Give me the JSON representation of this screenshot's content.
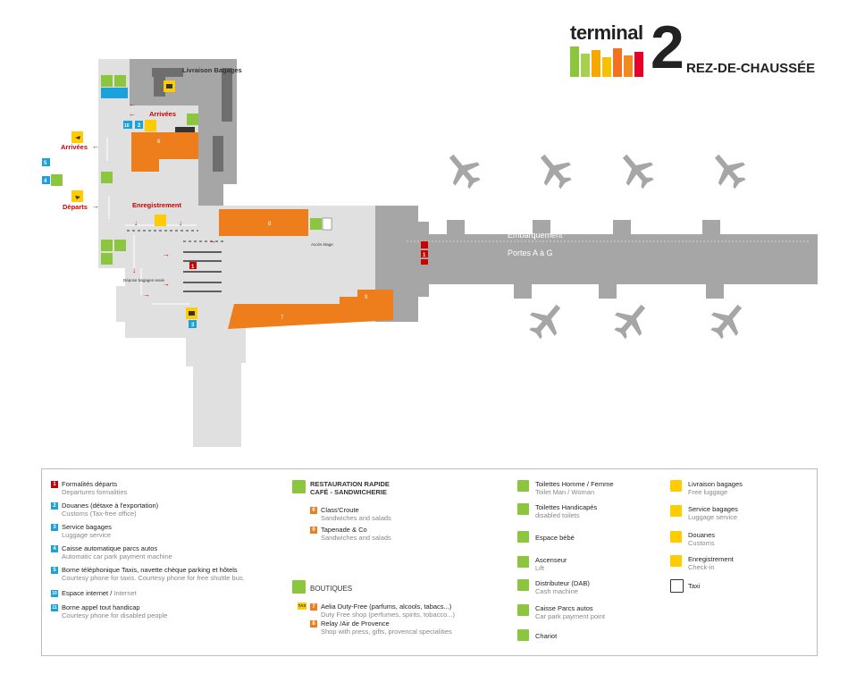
{
  "header": {
    "terminal": "terminal",
    "number": "2",
    "subtitle": "REZ-DE-CHAUSSÉE",
    "bar_colors": [
      "#8cc63f",
      "#f7a800",
      "#f37021",
      "#e4002b"
    ]
  },
  "colors": {
    "building": "#a6a6a6",
    "floor": "#e0e0e0",
    "orange": "#ee7d1b",
    "red": "#cc0000",
    "blue": "#1ba1dc",
    "green_icon": "#8cc63f",
    "yellow_icon": "#ffcc00",
    "plane": "#a6a6a6"
  },
  "map": {
    "labels": {
      "livraison": "Livraison Bagages",
      "arrivees_top": "Arrivées",
      "arrivees_left": "Arrivées",
      "departs_left": "Départs",
      "enregistrement": "Enregistrement",
      "embarquement": "Embarquement",
      "portes": "Portes A à G",
      "acces_etage": "Accès étage",
      "depose": "Dépose bagages seule"
    },
    "zones": {
      "z6": "6",
      "z7": "7",
      "z8": "8",
      "z9": "9",
      "z1": "1",
      "z1b": "1",
      "z2": "2",
      "z3": "3",
      "z4": "4",
      "z5": "5",
      "z10": "10"
    }
  },
  "legend": {
    "col1": [
      {
        "num": "1",
        "color": "#cc0000",
        "title": "Formalités départs",
        "sub": "Departures formalities"
      },
      {
        "num": "2",
        "color": "#1ba1dc",
        "title": "Douanes (détaxe à l'exportation)",
        "sub": "Customs (Tax-free office)"
      },
      {
        "num": "3",
        "color": "#1ba1dc",
        "title": "Service bagages",
        "sub": "Luggage service"
      },
      {
        "num": "4",
        "color": "#1ba1dc",
        "title": "Caisse automatique parcs autos",
        "sub": "Automatic car park payment machine"
      },
      {
        "num": "5",
        "color": "#1ba1dc",
        "title": "Borne téléphonique Taxis, navette chèque parking et hôtels",
        "sub": "Courtesy phone for taxis. Courtesy phone for free shuttle bus."
      },
      {
        "num": "10",
        "color": "#1ba1dc",
        "title": "Espace internet / ",
        "title2": "Internet",
        "sub": ""
      },
      {
        "num": "11",
        "color": "#1ba1dc",
        "title": "Borne appel tout handicap",
        "sub": "Courtesy phone for disabled people"
      }
    ],
    "col2": {
      "resto_title1": "RESTAURATION RAPIDE",
      "resto_title2": "CAFÉ - SANDWICHERIE",
      "resto": [
        {
          "num": "6",
          "title": "Class'Croute",
          "sub": "Sandwiches and salads"
        },
        {
          "num": "9",
          "title": "Tapenade & Co",
          "sub": "Sandwiches and salads"
        }
      ],
      "boutiques_title": "BOUTIQUES",
      "boutiques": [
        {
          "num": "7",
          "title": "Aelia Duty-Free (parfums, alcools, tabacs...)",
          "sub": "Duty Free shop (perfumes, spirits, tobacco...)"
        },
        {
          "num": "8",
          "title": "Relay /Air de Provence",
          "sub": "Shop with press, gifts, provencal specialities"
        }
      ],
      "tax_label": "TAX"
    },
    "col3": [
      {
        "icon": "toilets-icon",
        "title": "Toilettes Homme / Femme",
        "sub": "Toilet Man / Woman"
      },
      {
        "icon": "wheelchair-icon",
        "title": "Toilettes Handicapés",
        "sub": "disabled toilets"
      },
      {
        "icon": "baby-icon",
        "title": "Espace bébé",
        "sub": ""
      },
      {
        "icon": "lift-icon",
        "title": "Ascenseur",
        "sub": "Lift"
      },
      {
        "icon": "atm-icon",
        "title": "Distributeur (DAB)",
        "sub": "Cash machine"
      },
      {
        "icon": "parking-pay-icon",
        "title": "Caisse Parcs autos",
        "sub": "Car park payment point"
      },
      {
        "icon": "trolley-icon",
        "title": "Chariot",
        "sub": ""
      }
    ],
    "col4": [
      {
        "icon": "baggage-claim-icon",
        "title": "Livraison bagages",
        "sub": "Free luggage"
      },
      {
        "icon": "luggage-service-icon",
        "title": "Service bagages",
        "sub": "Luggage service"
      },
      {
        "icon": "customs-icon",
        "title": "Douanes",
        "sub": "Customs"
      },
      {
        "icon": "checkin-icon",
        "title": "Enregistrement",
        "sub": "Check-in"
      },
      {
        "icon": "taxi-icon",
        "title": "Taxi",
        "sub": ""
      }
    ]
  }
}
